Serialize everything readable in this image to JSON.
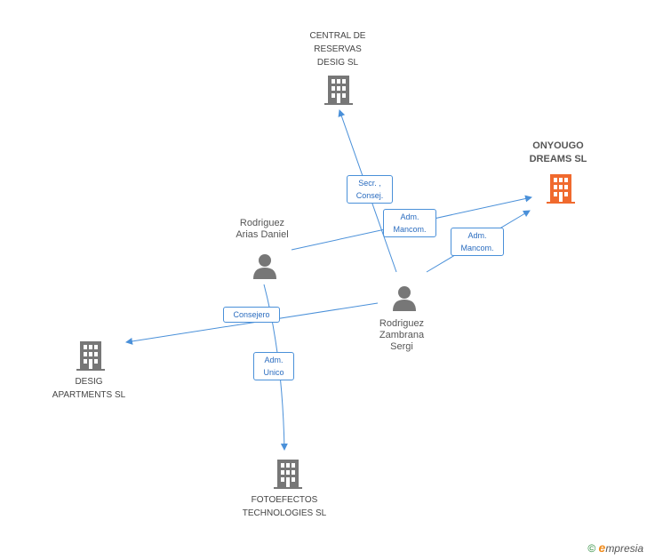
{
  "colors": {
    "edge": "#4a90d9",
    "company_icon": "#777777",
    "highlight_icon": "#f06a2e",
    "person_icon": "#777777"
  },
  "nodes": {
    "central_reservas": {
      "label": "CENTRAL DE\nRESERVAS\nDESIG SL",
      "icon": "building-icon"
    },
    "onyougo": {
      "label": "ONYOUGO\nDREAMS SL",
      "icon": "building-icon"
    },
    "rodriguez_arias": {
      "label": "Rodriguez\nArias Daniel",
      "icon": "person-icon"
    },
    "rodriguez_zambrana": {
      "label": "Rodriguez\nZambrana\nSergi",
      "icon": "person-icon"
    },
    "desig_apartments": {
      "label": "DESIG\nAPARTMENTS SL",
      "icon": "building-icon"
    },
    "fotoefectos": {
      "label": "FOTOEFECTOS\nTECHNOLOGIES SL",
      "icon": "building-icon"
    }
  },
  "edges": {
    "secr_consej": "Secr. ,\nConsej.",
    "adm_mancom_1": "Adm.\nMancom.",
    "adm_mancom_2": "Adm.\nMancom.",
    "consejero": "Consejero",
    "adm_unico": "Adm.\nUnico"
  },
  "footer": {
    "copyright": "©",
    "brand_e": "e",
    "brand_rest": "mpresia"
  }
}
